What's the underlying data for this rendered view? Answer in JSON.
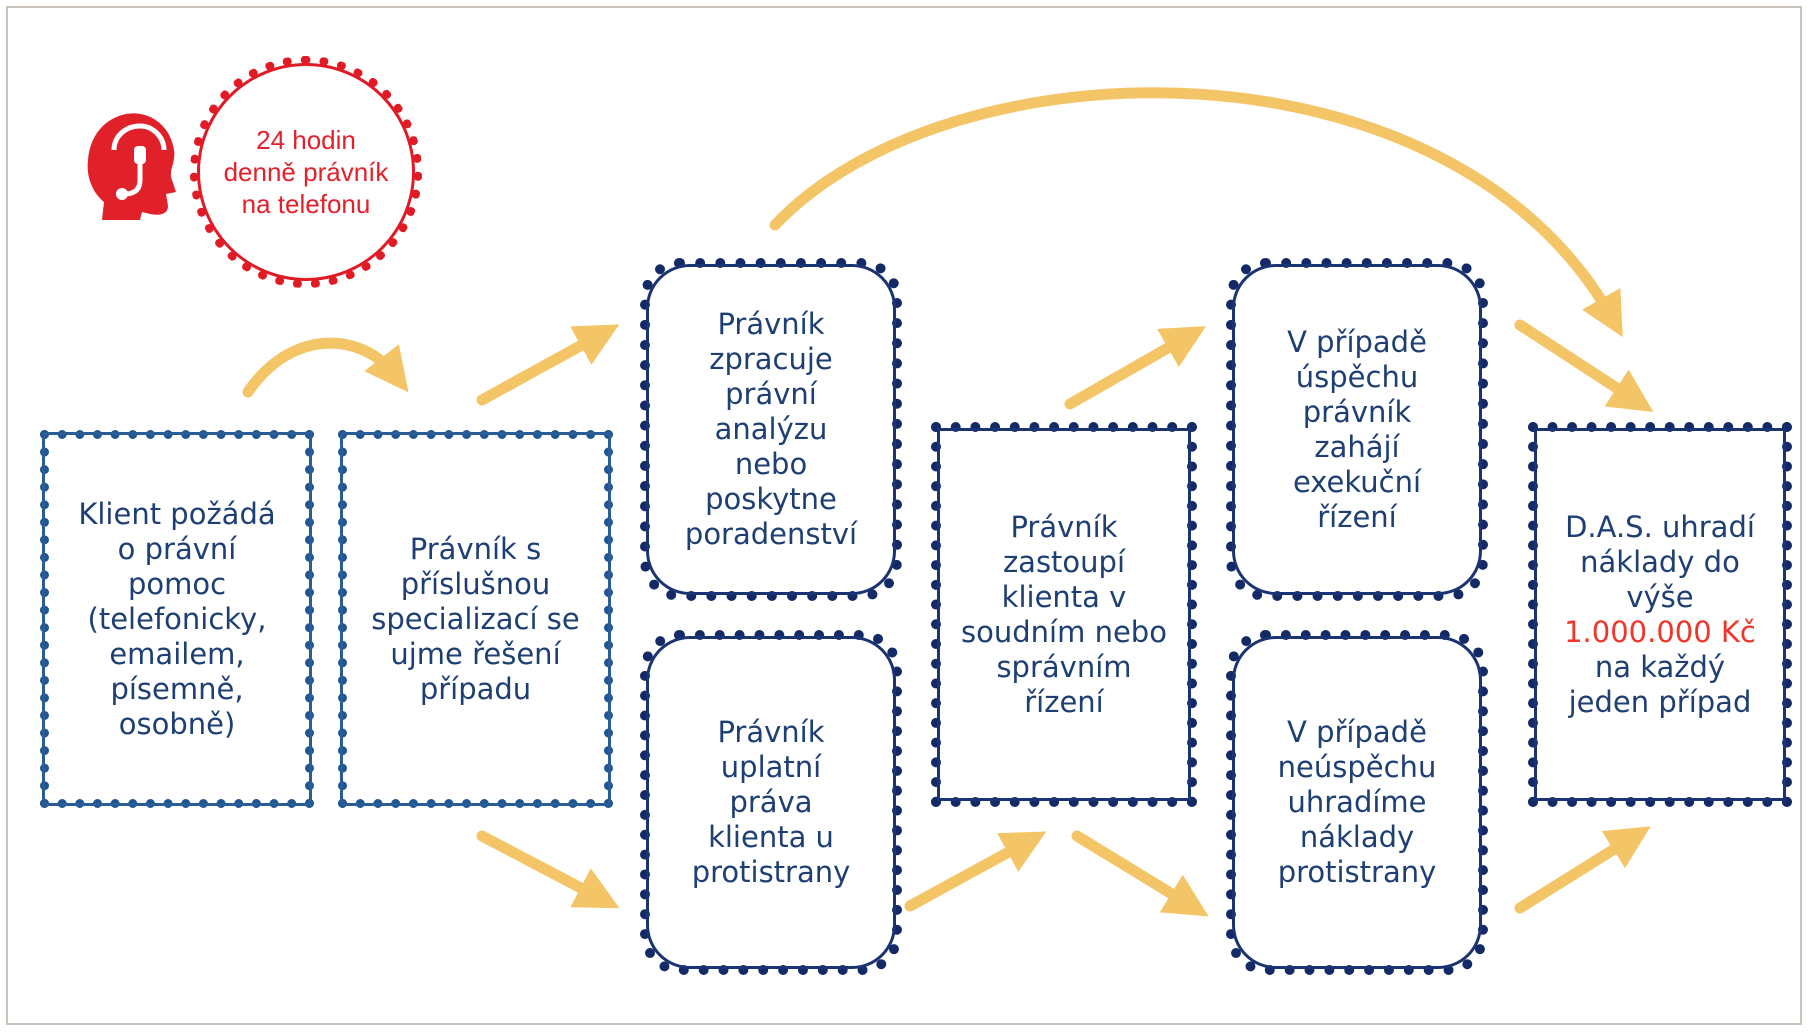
{
  "badge": {
    "line1": "24 hodin",
    "line2": "denně právník",
    "line3": "na telefonu"
  },
  "steps": {
    "klient": "Klient požádá\no právní\npomoc\n(telefonicky,\nemailem,\npísemně,\nosobně)",
    "specializace": "Právník s\npříslušnou\nspecializací se\nujme řešení\npřípadu",
    "analyza": "Právník\nzpracuje\nprávní\nanalýzu\nnebo\nposkytne\nporadenství",
    "uplatni": "Právník\nuplatní\npráva\nklienta u\nprotistrany",
    "zastoupi": "Právník\nzastoupí\nklienta v\nsoudním nebo\nsprávním\nřízení",
    "uspech": "V případě\núspěchu\nprávník\nzahájí\nexekuční\nřízení",
    "neuspech": "V případě\nneúspěchu\nuhradíme\nnáklady\nprotistrany",
    "das_part1": "D.A.S. uhradí\nnáklady do\nvýše",
    "das_amount": "1.000.000 Kč",
    "das_part2": "na každý\njeden případ"
  },
  "colors": {
    "box_blue": "#1f5592",
    "box_navy": "#142a66",
    "text": "#1e3f74",
    "accent_red": "#f0362a",
    "arrow": "#f4c567",
    "badge_red": "#e01b26"
  },
  "icons": [
    "head-headset-icon",
    "arrow-icon"
  ]
}
